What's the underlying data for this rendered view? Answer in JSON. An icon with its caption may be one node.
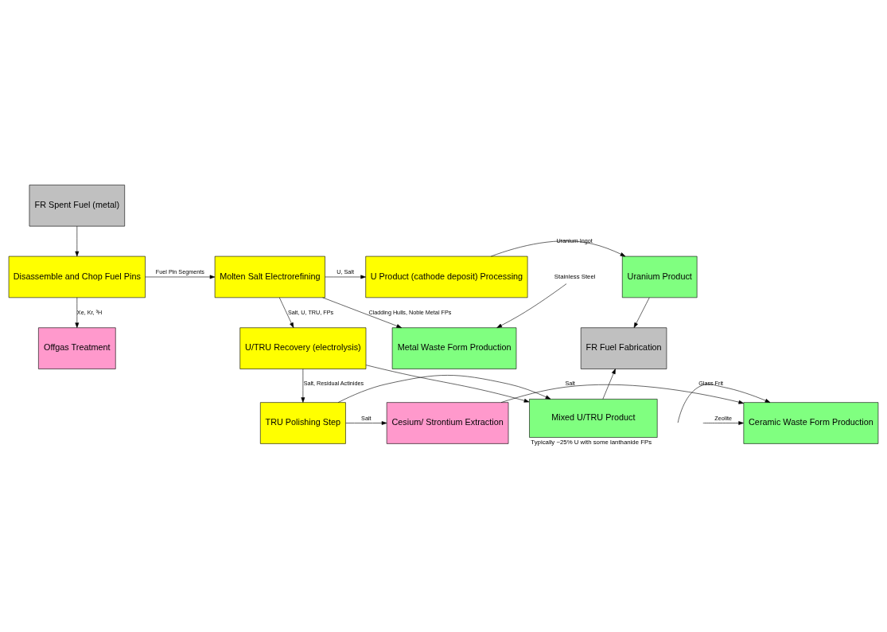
{
  "diagram": {
    "nodes": [
      {
        "text": [
          "FR Spent Fuel (metal)"
        ]
      },
      {
        "text": [
          "Disassemble and Chop Fuel Pins"
        ]
      },
      {
        "text": [
          "Molten Salt Electrorefining"
        ]
      },
      {
        "text": [
          "U Product (cathode deposit) Processing"
        ]
      },
      {
        "text": [
          "Uranium Product"
        ]
      },
      {
        "text": [
          "Offgas Treatment"
        ]
      },
      {
        "text": [
          "Metal Waste Form Production"
        ]
      },
      {
        "text": [
          "U/TRU Recovery (electrolysis)"
        ]
      },
      {
        "text": [
          "FR Fuel Fabrication"
        ]
      },
      {
        "text": [
          "Stainless Steel"
        ]
      },
      {
        "text": [
          "Mixed U/TRU Product"
        ],
        "beside": [
          "Typically ~25% U with some lanthanide FPs"
        ]
      },
      {
        "text": [
          "Ceramic Waste Form Production"
        ]
      },
      {
        "text": [
          "Cesium/ Strontium Extraction"
        ]
      },
      {
        "text": [
          "TRU Polishing Step"
        ]
      }
    ],
    "edges": [
      {
        "from": 0,
        "to": 1,
        "arrow": "to"
      },
      {
        "from": 1,
        "to": 2,
        "arrow": "to",
        "label": "Fuel Pin Segments"
      },
      {
        "from": 2,
        "to": 3,
        "arrow": "to",
        "label": "U, Salt"
      },
      {
        "from": 3,
        "to": 4,
        "arrow": "to",
        "label": "Uranium Ingot"
      },
      {
        "from": 1,
        "to": 5,
        "arrow": "to",
        "label": "Xe, Kr, ³H"
      },
      {
        "from": 2,
        "to": 6,
        "arrow": "to",
        "label": "Cladding Hulls, Noble Metal FPs"
      },
      {
        "from": 2,
        "to": 7,
        "arrow": "to",
        "label": "Salt, U, TRU, FPs"
      },
      {
        "from": 4,
        "to": 8,
        "arrow": "to"
      },
      {
        "from": 9,
        "to": 6,
        "arrow": "to"
      },
      {
        "from": 7,
        "to": 10,
        "arrow": "to"
      },
      {
        "from": 13,
        "to": 10,
        "arrow": "to"
      },
      {
        "from": 10,
        "to": 8,
        "arrow": "to"
      },
      {
        "from": 7,
        "to": 13,
        "arrow": "to",
        "label": "Salt, Residual Actinides"
      },
      {
        "from": 13,
        "to": 12,
        "arrow": "to",
        "label": "Salt"
      },
      {
        "from": 12,
        "to": 11,
        "arrow": "to",
        "label": "Salt"
      },
      {
        "from": null,
        "to": 11,
        "arrow": "to",
        "label": "Glass Frit"
      },
      {
        "from": null,
        "to": 11,
        "arrow": "to",
        "label": "Zeolite"
      }
    ]
  }
}
